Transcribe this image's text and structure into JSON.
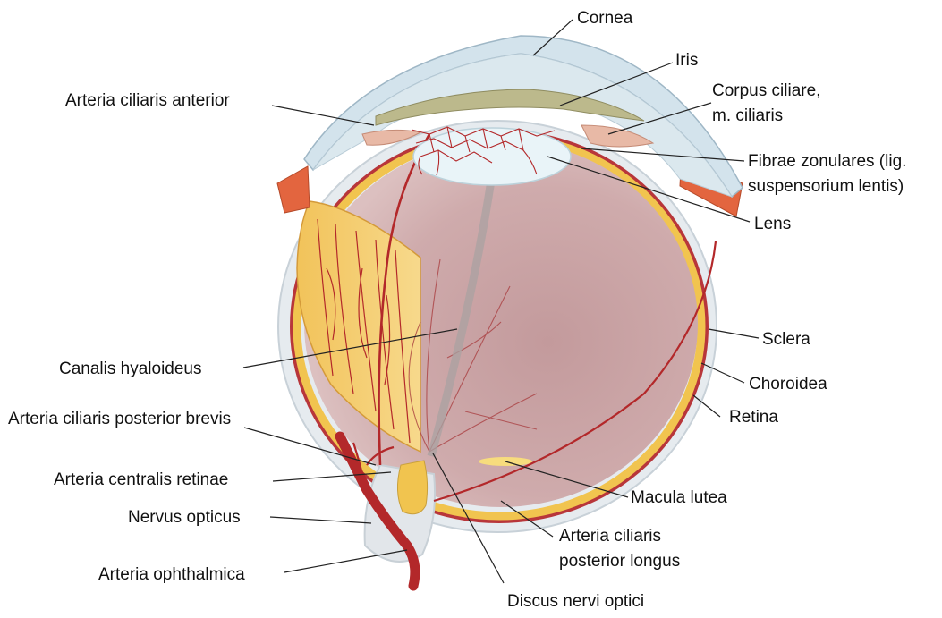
{
  "labels": {
    "cornea": "Cornea",
    "iris": "Iris",
    "corpus_line1": "Corpus ciliare,",
    "corpus_line2": "m. ciliaris",
    "fibrae_line1": "Fibrae zonulares (lig.",
    "fibrae_line2": "suspensorium lentis)",
    "lens": "Lens",
    "sclera": "Sclera",
    "choroidea": "Choroidea",
    "retina": "Retina",
    "macula": "Macula lutea",
    "ciliaris_longus_line1": "Arteria ciliaris",
    "ciliaris_longus_line2": "posterior longus",
    "discus": "Discus nervi optici",
    "arteria_ciliaris_anterior": "Arteria ciliaris anterior",
    "canalis": "Canalis hyaloideus",
    "ciliaris_brevis": "Arteria ciliaris posterior brevis",
    "centralis": "Arteria centralis retinae",
    "nervus": "Nervus opticus",
    "ophthalmica": "Arteria ophthalmica"
  },
  "colors": {
    "sclera": "#e4e9ee",
    "cornea": "#cfe0ea",
    "choroid": "#b23a34",
    "retina": "#f4c95a",
    "vitreous": "#caa4a4",
    "lens": "#e6f3f8",
    "iris": "#b9b68a",
    "artery": "#b3282a",
    "muscle": "#e2653f",
    "leader": "#222222"
  }
}
